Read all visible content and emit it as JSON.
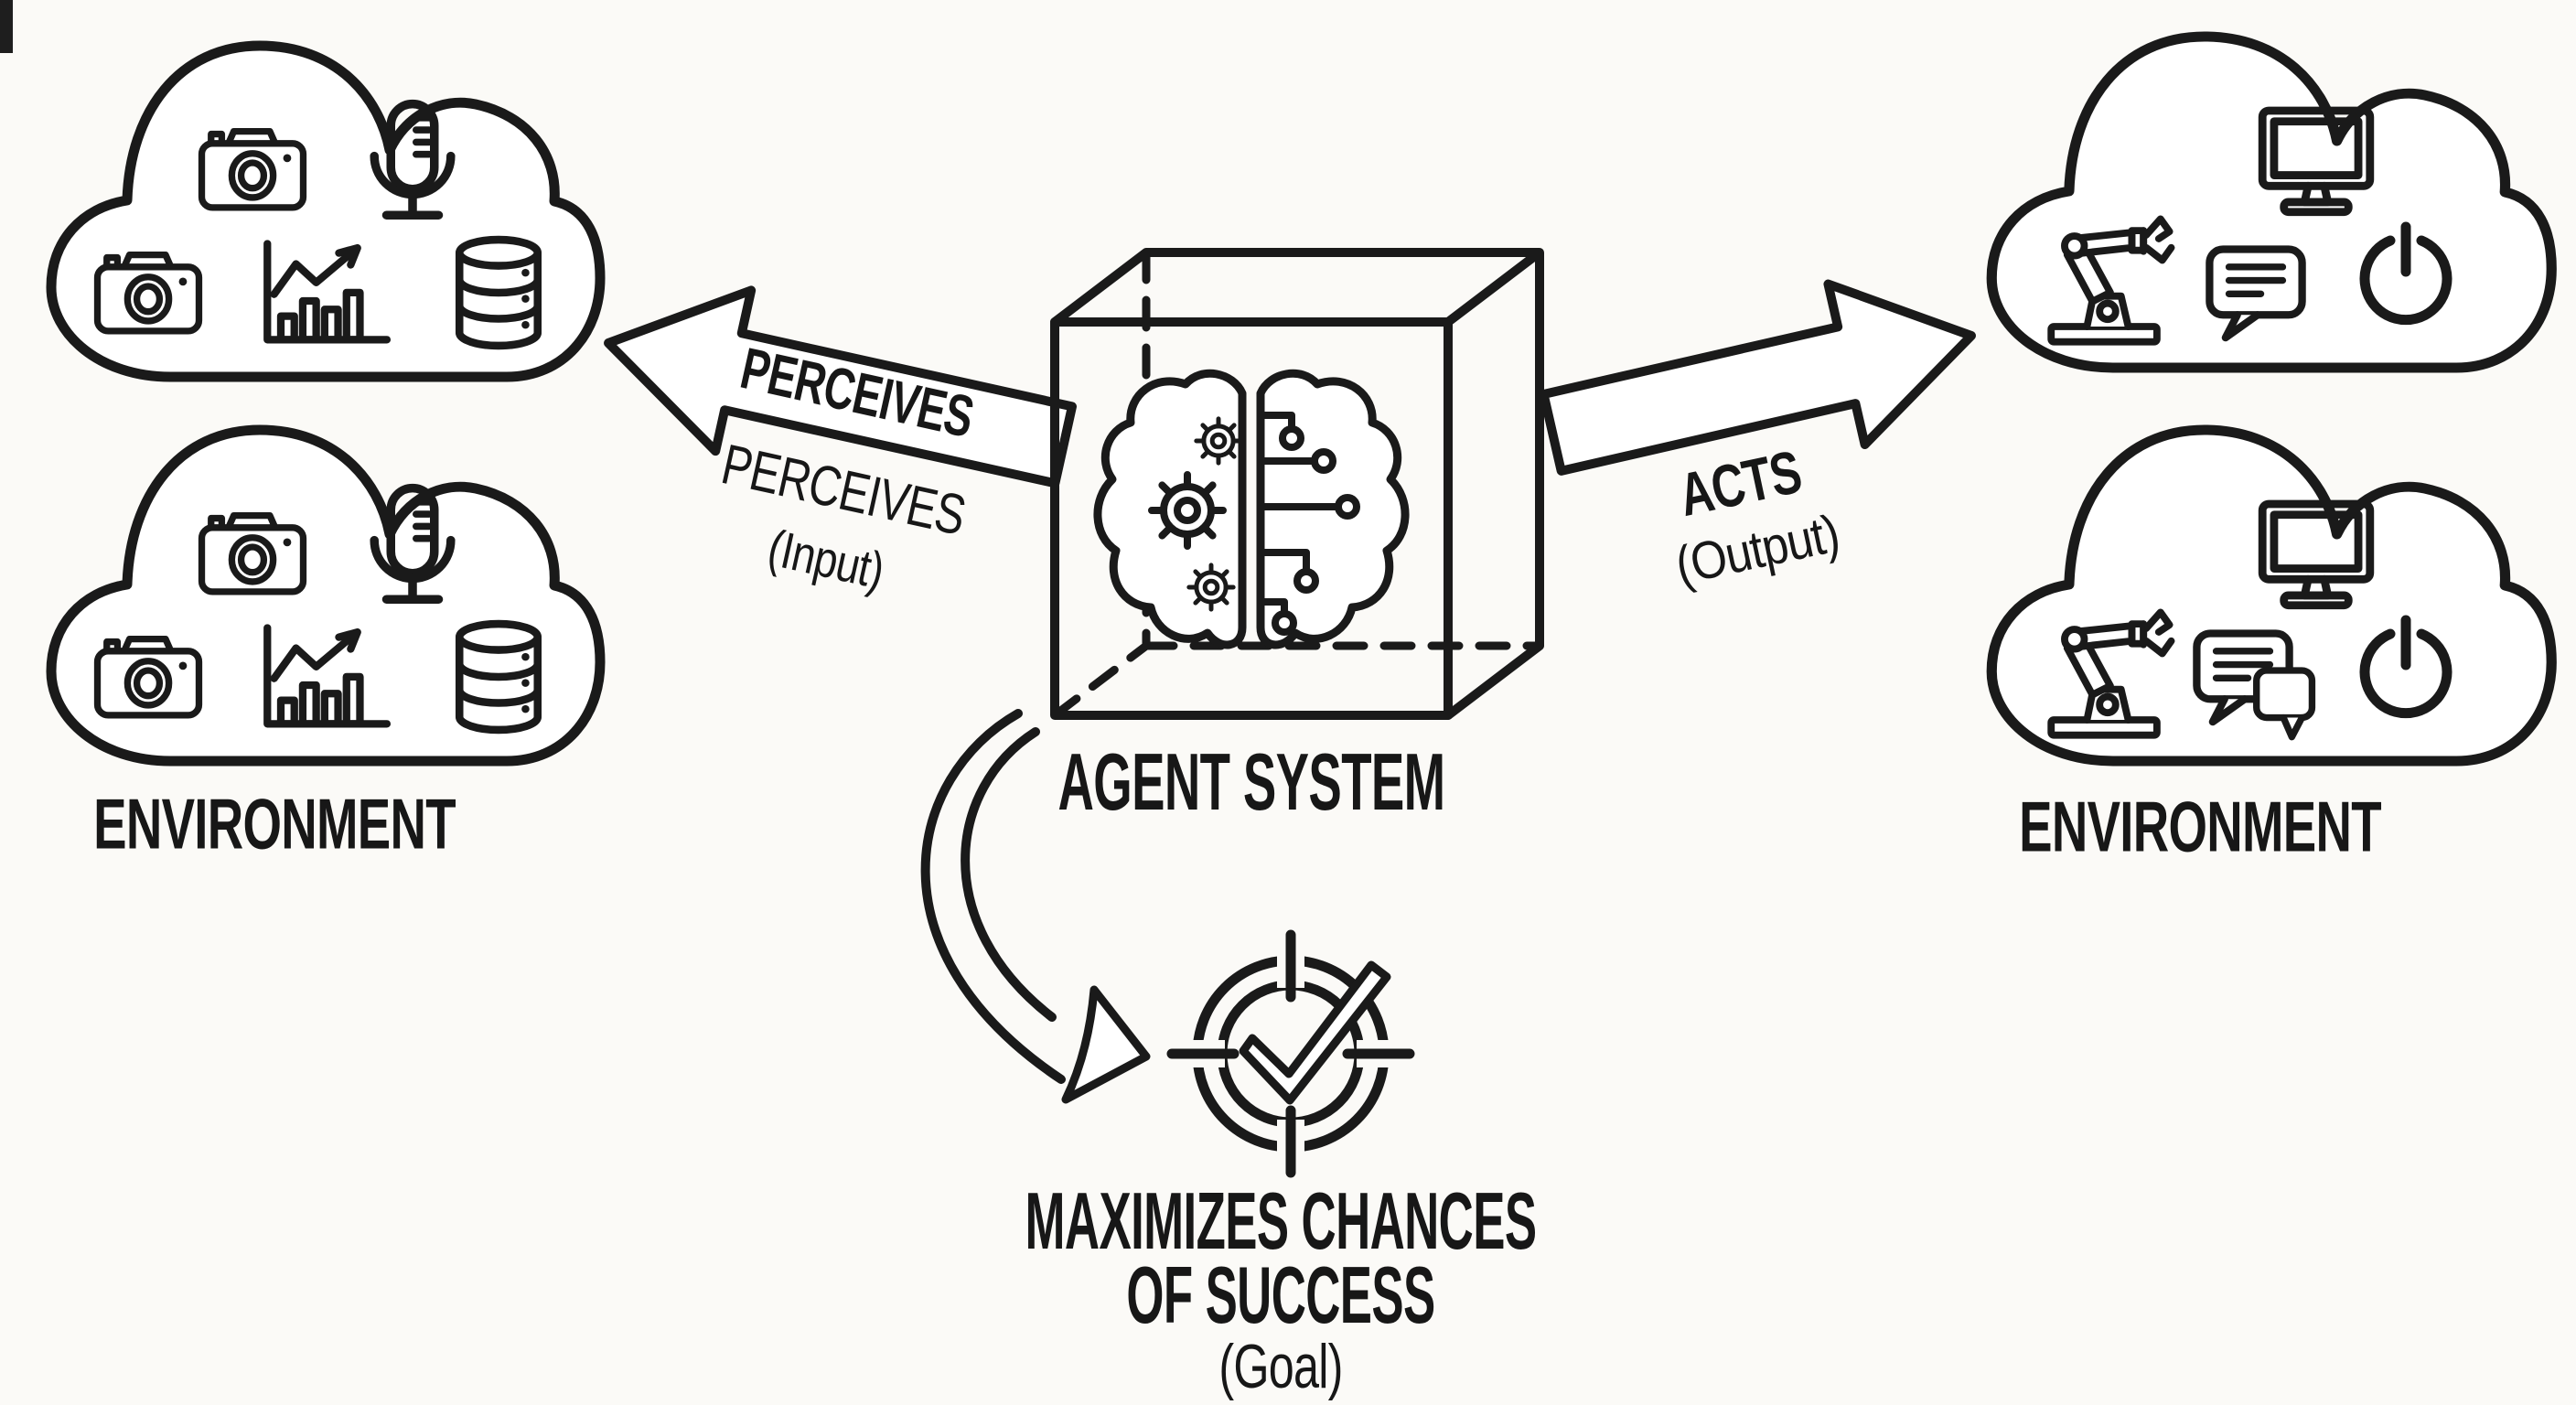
{
  "colors": {
    "ink": "#1a1a1a",
    "background": "#fbfaf7"
  },
  "left_environment": {
    "label": "ENVIRONMENT",
    "clouds": [
      {
        "icons": [
          "camera-icon",
          "microphone-icon",
          "camera-icon",
          "bar-chart-icon",
          "database-icon"
        ]
      },
      {
        "icons": [
          "camera-icon",
          "microphone-icon",
          "camera-icon",
          "bar-chart-icon",
          "database-icon"
        ]
      }
    ]
  },
  "right_environment": {
    "label": "ENVIRONMENT",
    "clouds": [
      {
        "icons": [
          "monitor-icon",
          "robot-arm-icon",
          "chat-bubble-icon",
          "power-icon"
        ]
      },
      {
        "icons": [
          "monitor-icon",
          "robot-arm-icon",
          "chat-bubbles-icon",
          "power-icon"
        ]
      }
    ]
  },
  "agent_system": {
    "label": "AGENT SYSTEM",
    "shape": "dashed-3d-cube",
    "icon": "brain-gears-circuit-icon"
  },
  "perceives_arrow": {
    "direction": "toward-left-environment",
    "arrow_label": "PERCEIVES",
    "label": "PERCEIVES",
    "sublabel": "(Input)"
  },
  "acts_arrow": {
    "direction": "toward-right-environment",
    "label": "ACTS",
    "sublabel": "(Output)"
  },
  "goal": {
    "icon": "target-checkmark-icon",
    "label_line1": "MAXIMIZES CHANCES",
    "label_line2": "OF SUCCESS",
    "label_line3": "(Goal)"
  }
}
